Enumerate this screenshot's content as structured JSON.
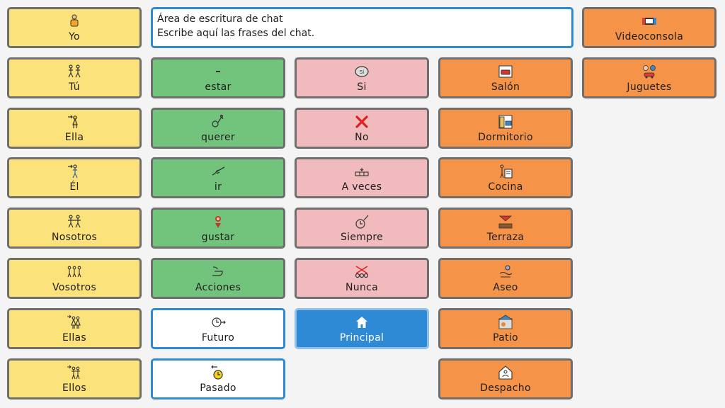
{
  "chat": {
    "title": "Área de escritura de chat",
    "placeholder": "Escribe aquí las frases del chat."
  },
  "colors": {
    "pronouns": "#fbe27a",
    "verbs": "#72c47c",
    "adverbs": "#f1babc",
    "places": "#f59448",
    "tense": "#ffffff",
    "home": "#2f8ad6"
  },
  "columns": {
    "pronouns": [
      {
        "label": "Yo",
        "icon": "person-me-icon"
      },
      {
        "label": "Tú",
        "icon": "person-you-icon"
      },
      {
        "label": "Ella",
        "icon": "girl-pointing-icon"
      },
      {
        "label": "Él",
        "icon": "boy-pointing-icon"
      },
      {
        "label": "Nosotros",
        "icon": "we-people-icon"
      },
      {
        "label": "Vosotros",
        "icon": "you-group-icon"
      },
      {
        "label": "Ellas",
        "icon": "they-female-icon"
      },
      {
        "label": "Ellos",
        "icon": "they-male-icon"
      }
    ],
    "verbs": [
      {
        "label": "estar",
        "icon": "dash-icon"
      },
      {
        "label": "querer",
        "icon": "want-icon"
      },
      {
        "label": "ir",
        "icon": "go-hand-icon"
      },
      {
        "label": "gustar",
        "icon": "like-icon"
      },
      {
        "label": "Acciones",
        "icon": "action-hand-icon"
      }
    ],
    "tense": [
      {
        "label": "Futuro",
        "icon": "future-clock-icon"
      },
      {
        "label": "Pasado",
        "icon": "past-clock-icon"
      }
    ],
    "adverbs": [
      {
        "label": "Si",
        "icon": "yes-coin-icon"
      },
      {
        "label": "No",
        "icon": "red-x-icon"
      },
      {
        "label": "A veces",
        "icon": "sometimes-icon"
      },
      {
        "label": "Siempre",
        "icon": "always-clock-icon"
      },
      {
        "label": "Nunca",
        "icon": "never-icon"
      }
    ],
    "home": {
      "label": "Principal",
      "icon": "home-icon"
    },
    "places": [
      {
        "label": "Salón",
        "icon": "sofa-icon"
      },
      {
        "label": "Dormitorio",
        "icon": "bedroom-icon"
      },
      {
        "label": "Cocina",
        "icon": "kitchen-icon"
      },
      {
        "label": "Terraza",
        "icon": "terrace-icon"
      },
      {
        "label": "Aseo",
        "icon": "bathroom-icon"
      },
      {
        "label": "Patio",
        "icon": "patio-icon"
      },
      {
        "label": "Despacho",
        "icon": "office-icon"
      }
    ],
    "extra": [
      {
        "label": "Videoconsola",
        "icon": "game-console-icon"
      },
      {
        "label": "Juguetes",
        "icon": "toys-icon"
      }
    ]
  }
}
